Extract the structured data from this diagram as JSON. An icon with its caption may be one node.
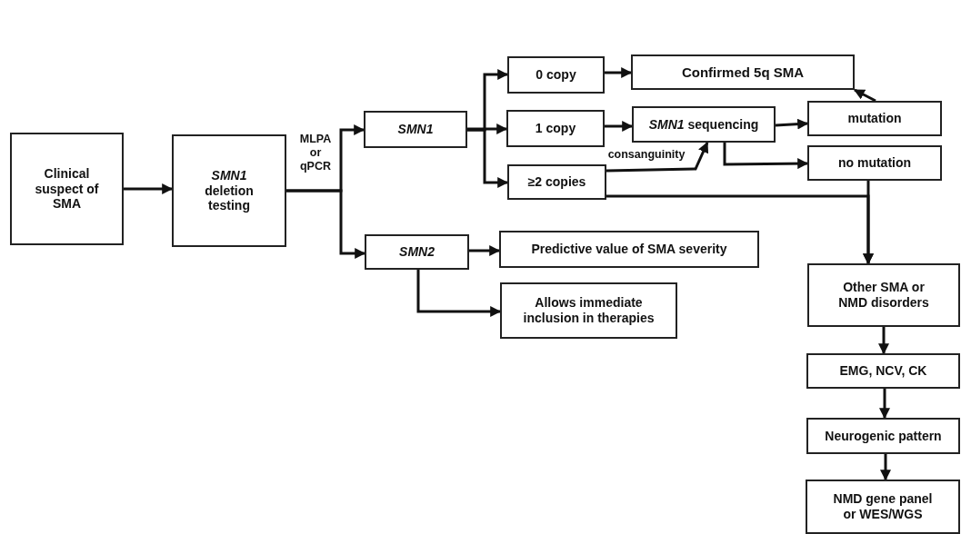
{
  "diagram": {
    "nodes": [
      {
        "text": [
          "Clinical suspect of SMA"
        ]
      },
      {
        "text": [
          "*SMN1* deletion testing"
        ]
      },
      {
        "text": [
          "SMN1"
        ]
      },
      {
        "text": [
          "SMN2"
        ]
      },
      {
        "text": [
          "0 copy"
        ]
      },
      {
        "text": [
          "1 copy"
        ]
      },
      {
        "text": [
          "≥2 copies"
        ]
      },
      {
        "text": [
          "Confirmed 5q SMA"
        ]
      },
      {
        "text": [
          "*SMN1* sequencing"
        ]
      },
      {
        "text": [
          "mutation"
        ]
      },
      {
        "text": [
          "no mutation"
        ]
      },
      {
        "text": [
          "Predictive value of SMA severity"
        ]
      },
      {
        "text": [
          "Allows immediate inclusion in therapies"
        ]
      },
      {
        "text": [
          "Other SMA or NMD disorders"
        ]
      },
      {
        "text": [
          "EMG, NCV, CK"
        ]
      },
      {
        "text": [
          "Neurogenic pattern"
        ]
      },
      {
        "text": [
          "NMD gene panel or WES/WGS"
        ]
      }
    ],
    "edges": [
      {
        "from": 0,
        "to": 1,
        "arrow": "to"
      },
      {
        "from": 1,
        "to": 2,
        "arrow": "to",
        "label": "MLPA or qPCR"
      },
      {
        "from": 1,
        "to": 3,
        "arrow": "to"
      },
      {
        "from": 2,
        "to": 4,
        "arrow": "to"
      },
      {
        "from": 2,
        "to": 5,
        "arrow": "to"
      },
      {
        "from": 2,
        "to": 6,
        "arrow": "to"
      },
      {
        "from": 4,
        "to": 7,
        "arrow": "to"
      },
      {
        "from": 5,
        "to": 8,
        "arrow": "to"
      },
      {
        "from": 6,
        "to": 8,
        "arrow": "to",
        "label": "consanguinity"
      },
      {
        "from": 8,
        "to": 9,
        "arrow": "to"
      },
      {
        "from": 8,
        "to": 10,
        "arrow": "to"
      },
      {
        "from": 9,
        "to": 7,
        "arrow": "to"
      },
      {
        "from": 10,
        "to": 13,
        "arrow": "to"
      },
      {
        "from": 6,
        "to": 13,
        "arrow": "to"
      },
      {
        "from": 3,
        "to": 11,
        "arrow": "to"
      },
      {
        "from": 3,
        "to": 12,
        "arrow": "to"
      },
      {
        "from": 13,
        "to": 14,
        "arrow": "to"
      },
      {
        "from": 14,
        "to": 15,
        "arrow": "to"
      },
      {
        "from": 15,
        "to": 16,
        "arrow": "to"
      }
    ]
  }
}
